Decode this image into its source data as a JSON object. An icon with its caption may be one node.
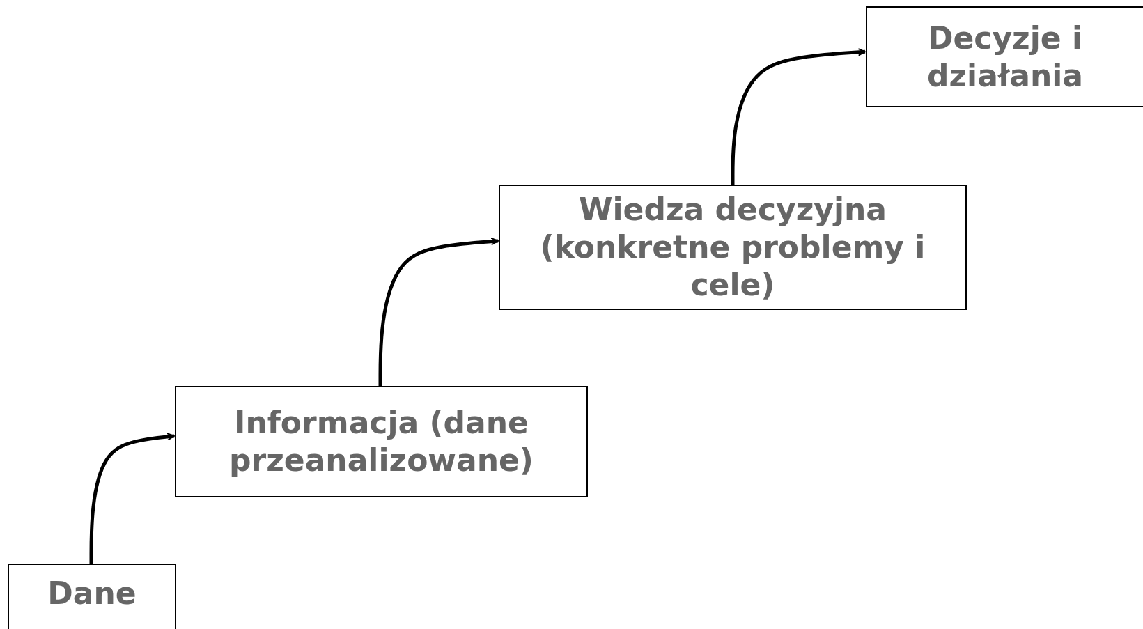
{
  "diagram": {
    "nodes": [
      {
        "text": [
          "Dane"
        ]
      },
      {
        "text": [
          "Informacja (dane przeanalizowane)"
        ]
      },
      {
        "text": [
          "Wiedza decyzyjna (konkretne problemy i cele)"
        ]
      },
      {
        "text": [
          "Decyzje i działania"
        ]
      }
    ],
    "edges": [
      {
        "from": 0,
        "to": 1,
        "arrow": "to"
      },
      {
        "from": 1,
        "to": 2,
        "arrow": "to"
      },
      {
        "from": 2,
        "to": 3,
        "arrow": "to"
      }
    ]
  }
}
